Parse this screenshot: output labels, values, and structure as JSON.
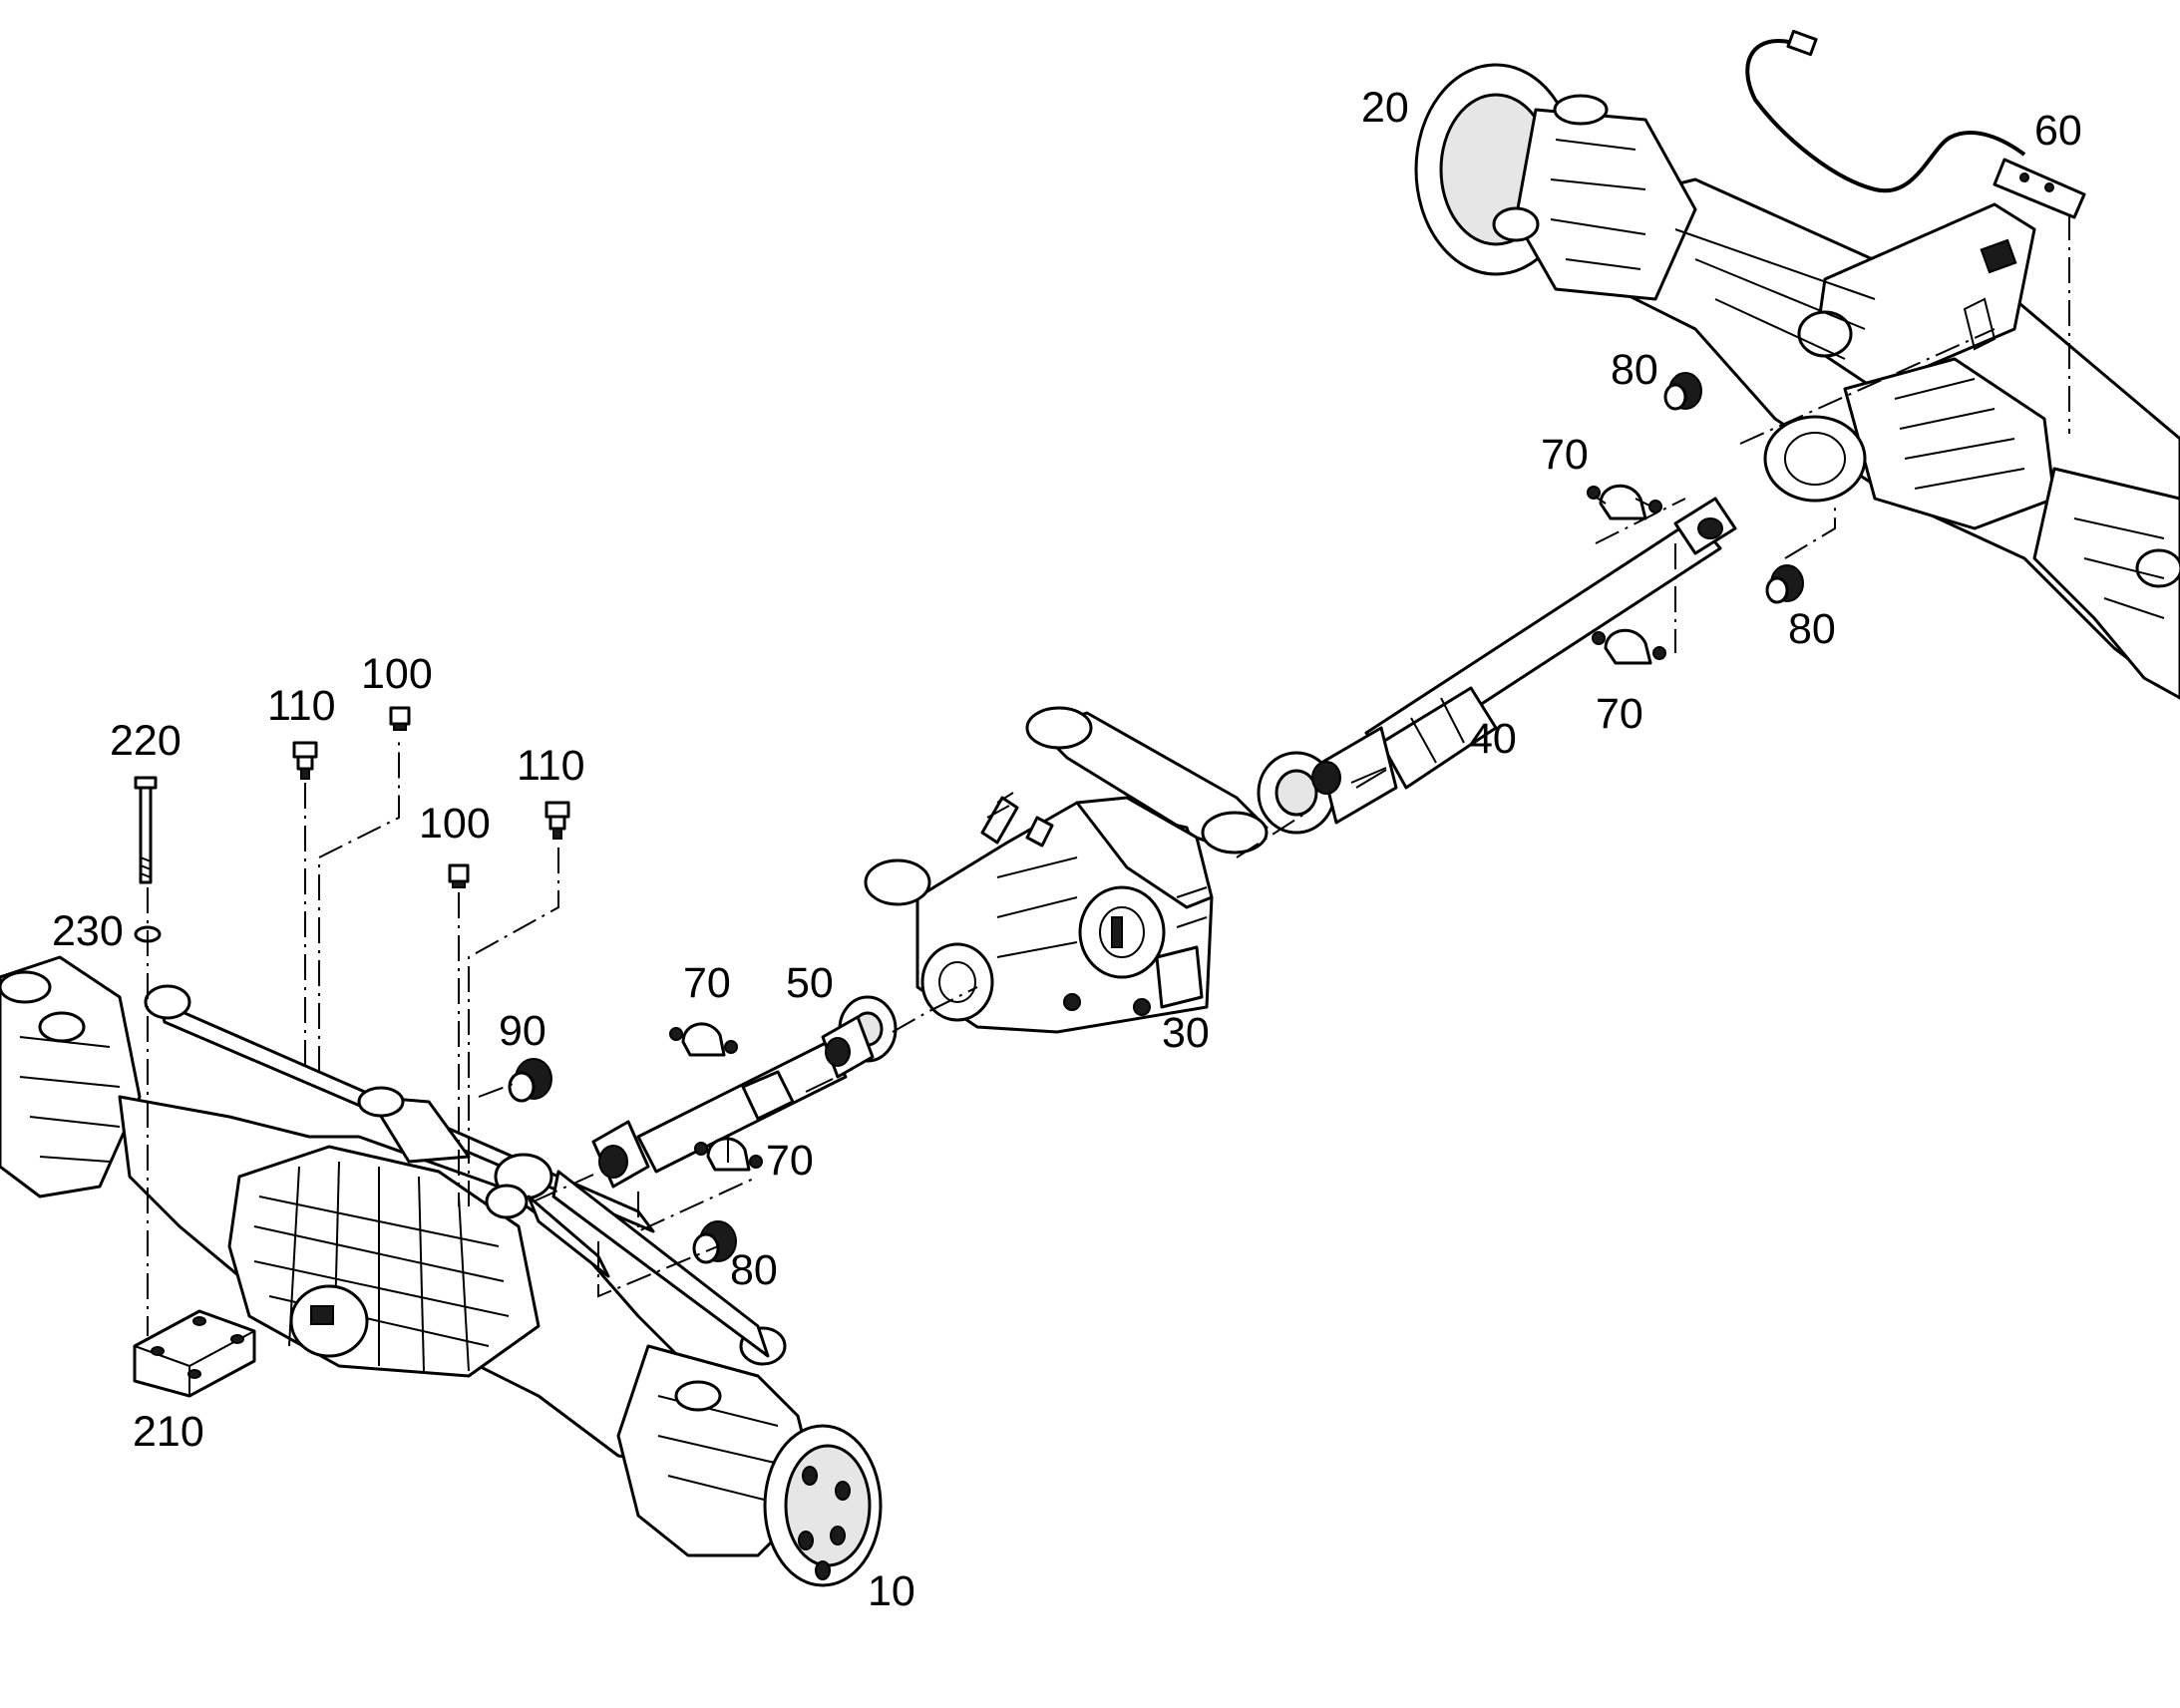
{
  "diagram": {
    "callouts": [
      "20",
      "60",
      "80",
      "70",
      "80",
      "70",
      "40",
      "30",
      "50",
      "70",
      "70",
      "90",
      "80",
      "110",
      "100",
      "220",
      "110",
      "100",
      "230",
      "210",
      "10"
    ]
  }
}
